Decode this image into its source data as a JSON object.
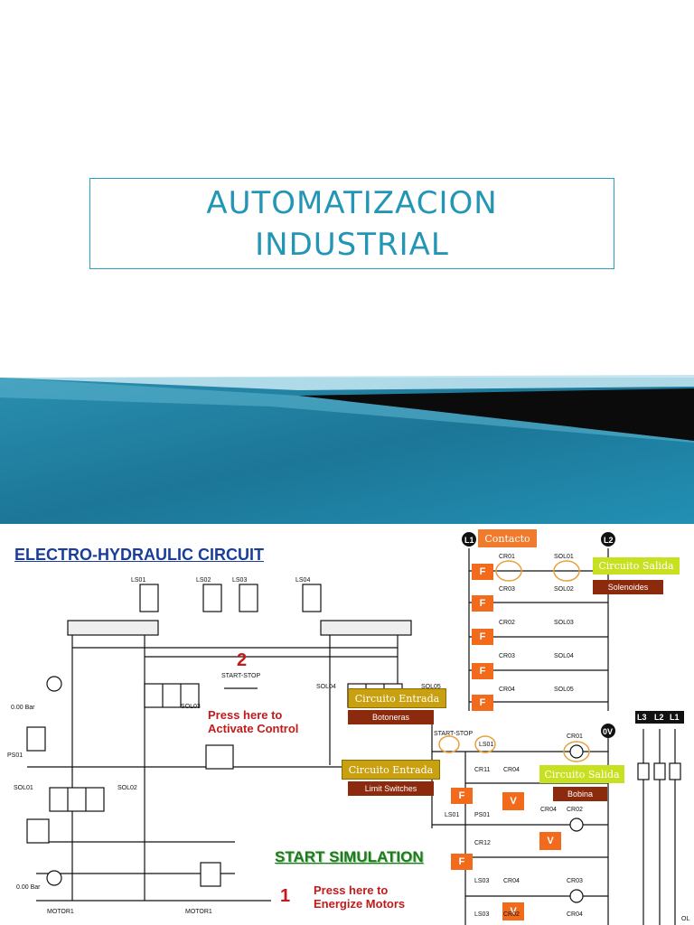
{
  "slide": {
    "title_line1": "AUTOMATIZACION",
    "title_line2": "INDUSTRIAL",
    "colors": {
      "title": "#2496b5",
      "band": "#1f7f9e",
      "band_light": "#7ec8dc",
      "band_dark": "#0a0a0a"
    }
  },
  "diagram": {
    "heading": "ELECTRO-HYDRAULIC CIRCUIT",
    "start_simulation": "START SIMULATION",
    "step2_number": "2",
    "step2_label": "START-STOP",
    "step2_text_line1": "Press here to",
    "step2_text_line2": "Activate Control",
    "step1_number": "1",
    "step1_text_line1": "Press here to",
    "step1_text_line2": "Energize Motors",
    "callouts": {
      "contacto": "Contacto",
      "circuito_salida_1": "Circuito Salida",
      "solenoides": "Solenoides",
      "circuito_entrada_1": "Circuito Entrada",
      "botoneras": "Botoneras",
      "circuito_entrada_2": "Circuito Entrada",
      "limit_switches": "Limit Switches",
      "circuito_salida_2": "Circuito Salida",
      "bobina": "Bobina"
    },
    "box_letters": {
      "f": "F",
      "v": "V"
    },
    "rails": {
      "l1": "L1",
      "l2": "L2",
      "zero_v": "0V",
      "l3": "L3"
    },
    "small_labels": {
      "ls01": "LS01",
      "ls02": "LS02",
      "ls03": "LS03",
      "ls04": "LS04",
      "sol01": "SOL01",
      "sol02": "SOL02",
      "sol03": "SOL03",
      "sol04": "SOL04",
      "sol05": "SOL05",
      "ps01": "PS01",
      "bar1": "0.00 Bar",
      "bar2": "0.00 Bar",
      "motor1": "MOTOR1",
      "motor2": "MOTOR1",
      "cr01": "CR01",
      "cr02": "CR02",
      "cr03": "CR03",
      "cr04": "CR04",
      "cr11": "CR11",
      "cr12": "CR12",
      "start_stop_small": "START-STOP",
      "ls01b": "LS01",
      "ls03b": "LS03",
      "ps01b": "PS01",
      "ol": "OL"
    }
  }
}
